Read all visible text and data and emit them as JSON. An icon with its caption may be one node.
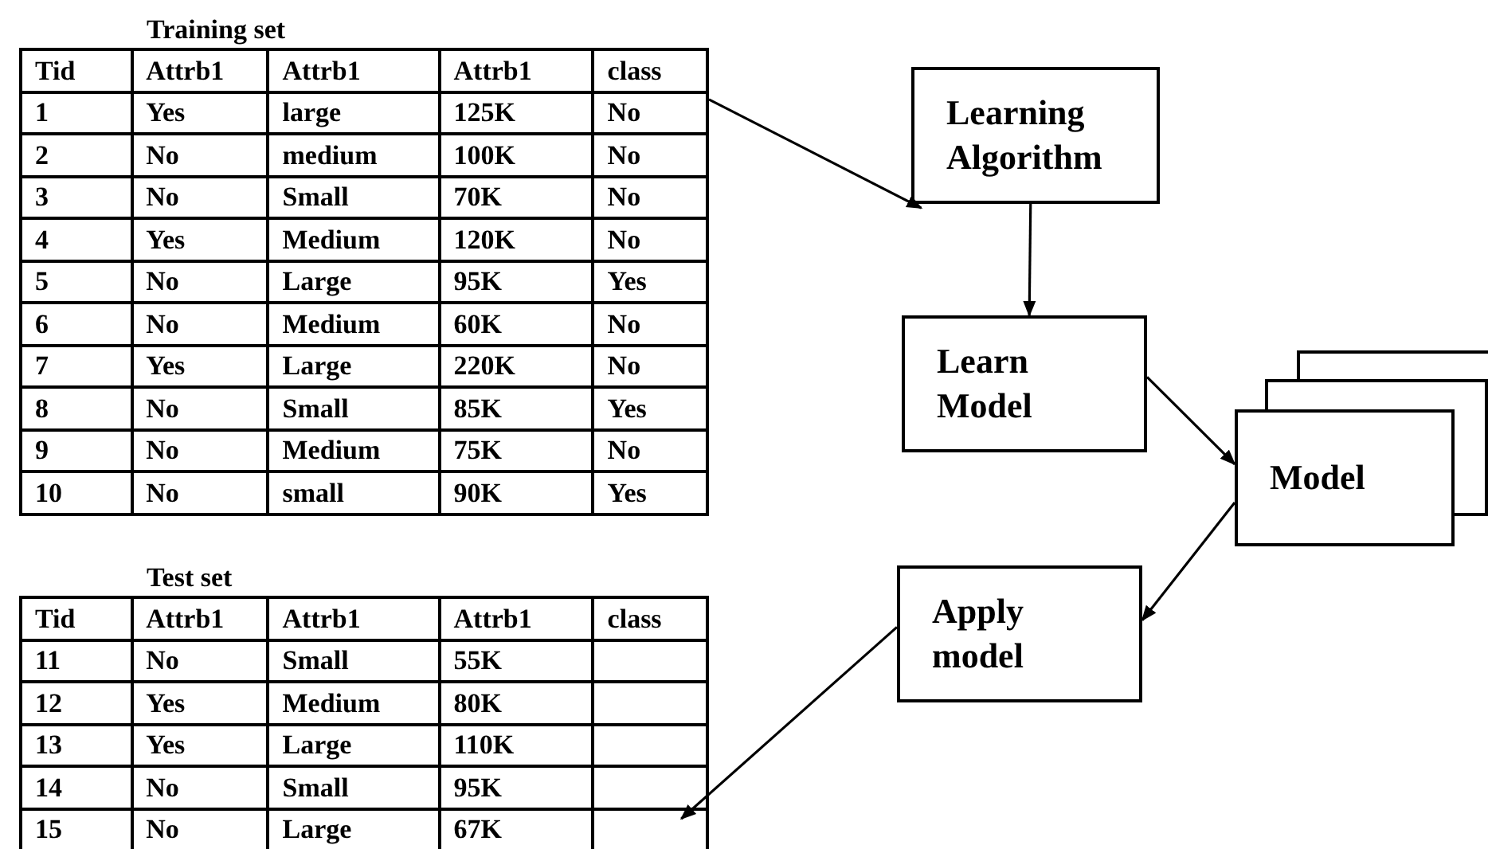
{
  "diagram": {
    "nodes": [
      {
        "text": [
          "Training set"
        ]
      },
      {
        "text": [
          "Learning Algorithm"
        ]
      },
      {
        "text": [
          "Learn Model"
        ]
      },
      {
        "text": [
          "Model"
        ]
      },
      {
        "text": [
          "Apply model"
        ]
      },
      {
        "text": [
          "Test set"
        ]
      }
    ],
    "edges": [
      {
        "from": 0,
        "to": 1,
        "arrow": "to"
      },
      {
        "from": 1,
        "to": 2,
        "arrow": "to"
      },
      {
        "from": 2,
        "to": 3,
        "arrow": "to"
      },
      {
        "from": 3,
        "to": 4,
        "arrow": "to"
      },
      {
        "from": 4,
        "to": 5,
        "arrow": "to"
      }
    ],
    "labels": [
      "Tid",
      "Attrb1",
      "Attrb1",
      "Attrb1",
      "class",
      "1",
      "Yes",
      "large",
      "125K",
      "No",
      "2",
      "No",
      "medium",
      "100K",
      "No",
      "3",
      "No",
      "Small",
      "70K",
      "No",
      "4",
      "Yes",
      "Medium",
      "120K",
      "No",
      "5",
      "No",
      "Large",
      "95K",
      "Yes",
      "6",
      "No",
      "Medium",
      "60K",
      "No",
      "7",
      "Yes",
      "Large",
      "220K",
      "No",
      "8",
      "No",
      "Small",
      "85K",
      "Yes",
      "9",
      "No",
      "Medium",
      "75K",
      "No",
      "10",
      "No",
      "small",
      "90K",
      "Yes",
      "Tid",
      "Attrb1",
      "Attrb1",
      "Attrb1",
      "class",
      "11",
      "No",
      "Small",
      "55K",
      "12",
      "Yes",
      "Medium",
      "80K",
      "13",
      "Yes",
      "Large",
      "110K",
      "14",
      "No",
      "Small",
      "95K",
      "15",
      "No",
      "Large",
      "67K"
    ]
  }
}
